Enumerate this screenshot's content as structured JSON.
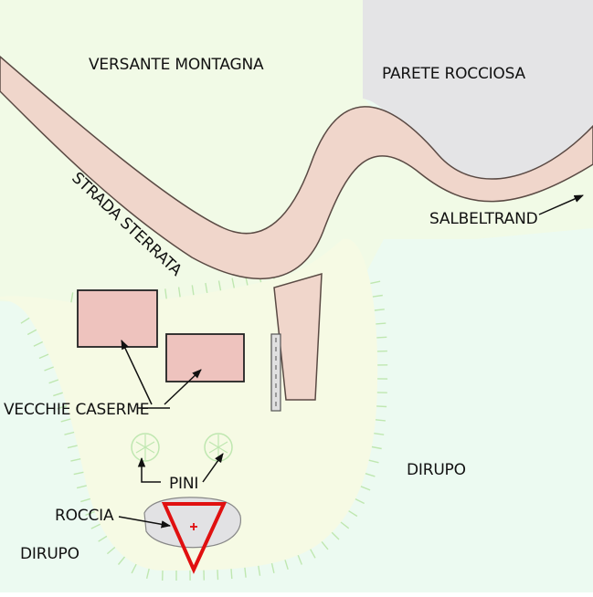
{
  "map": {
    "labels": {
      "mountain_slope": "VERSANTE MONTAGNA",
      "rock_wall": "PARETE ROCCIOSA",
      "dirt_road": "STRADA STERRATA",
      "destination": "SALBELTRAND",
      "old_barracks": "VECCHIE CASERME",
      "pines": "PINI",
      "rock": "ROCCIA",
      "cliff_right": "DIRUPO",
      "cliff_left": "DIRUPO"
    },
    "colors": {
      "slope_area": "#f1fae6",
      "lower_area": "#ecfaf1",
      "plateau": "#f6fae4",
      "rock_wall": "#e4e4e6",
      "road": "#f0d6cb",
      "road_edge": "#5a4a44",
      "building": "#eec3be",
      "hachure": "#bfe7b0",
      "marker": "#e01010"
    },
    "icons": {
      "pine": "pine-tree-icon",
      "marker": "warning-triangle-marker-icon",
      "arrow": "direction-arrow-icon"
    }
  }
}
